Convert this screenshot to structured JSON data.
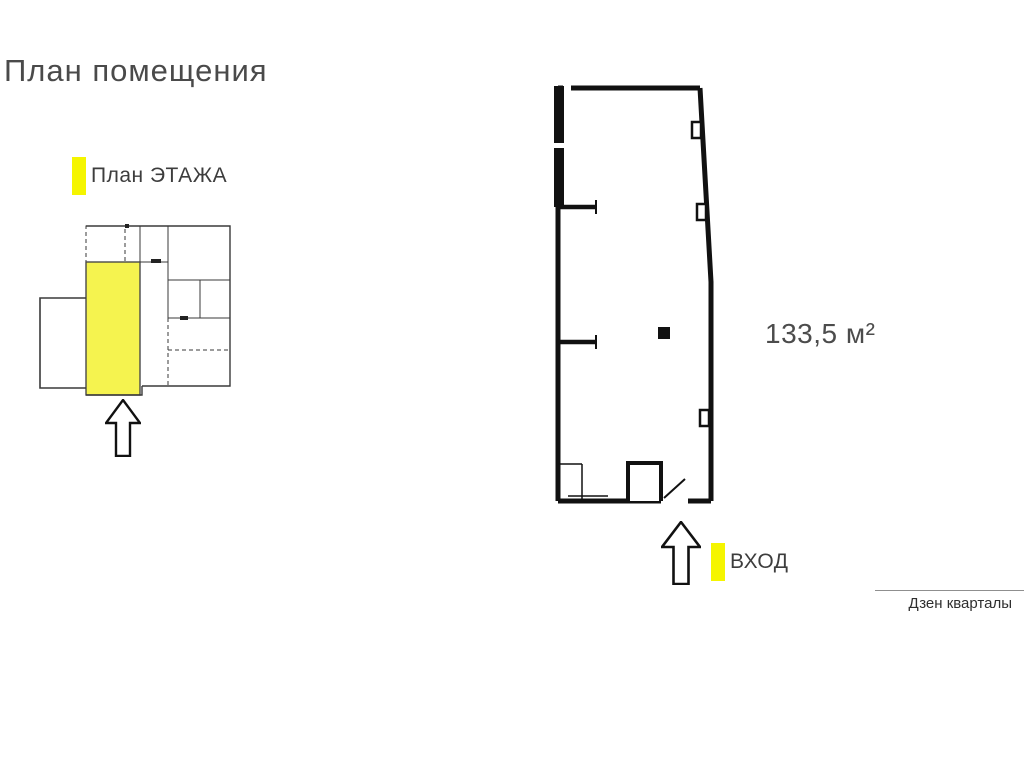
{
  "page": {
    "title": "План помещения"
  },
  "legend": {
    "floor_plan_label": "План ЭТАЖА",
    "entrance_label": "ВХОД"
  },
  "unit": {
    "area_label": "133,5 м²"
  },
  "brand": {
    "label": "Дзен кварталы"
  },
  "icons": {
    "floor_plan_marker": "yellow-highlight-bar",
    "entrance_marker": "yellow-highlight-bar",
    "floor_plan_arrow": "arrow-up-outline",
    "entrance_arrow": "arrow-up-outline"
  },
  "colors": {
    "accent_yellow": "#F5F500",
    "unit_highlight_fill": "#F5F34F",
    "wall_black": "#111111",
    "plan_thin_line": "#3a3a3a",
    "title_gray": "#4A4A4A",
    "text_dark": "#3D3D3D"
  }
}
